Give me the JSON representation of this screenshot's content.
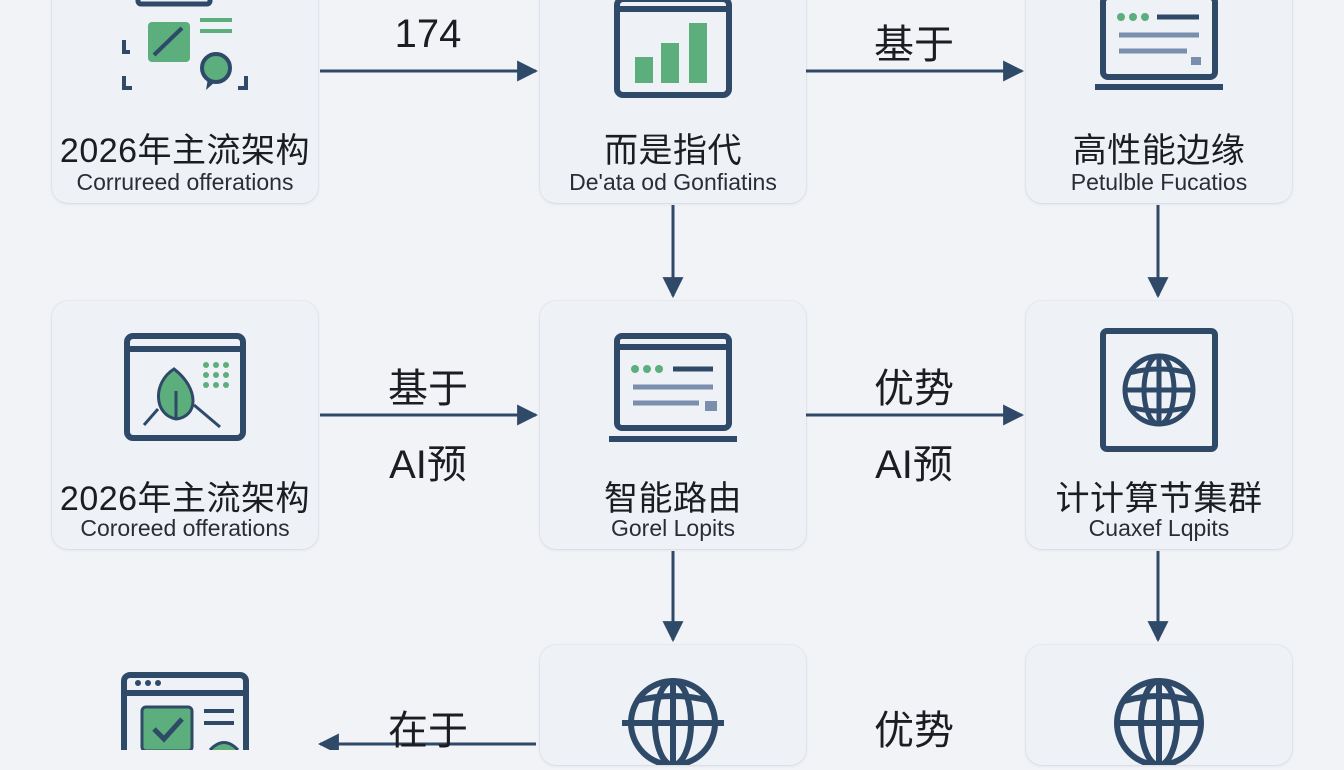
{
  "nodes": {
    "r1c1": {
      "title": "2026年主流架构",
      "subtitle": "Corrureed offerations",
      "icon": "chart-chat-icon"
    },
    "r1c2": {
      "title": "而是指代",
      "subtitle": "De'ata od Gonfiatins",
      "icon": "bar-chart-window-icon"
    },
    "r1c3": {
      "title": "高性能边缘",
      "subtitle": "Petulble Fucatios",
      "icon": "server-list-window-icon"
    },
    "r2c1": {
      "title": "2026年主流架构",
      "subtitle": "Cororeed offerations",
      "icon": "leaf-data-window-icon"
    },
    "r2c2": {
      "title": "智能路由",
      "subtitle": "Gorel Lopits",
      "icon": "server-list-window-icon"
    },
    "r2c3": {
      "title": "计计算节集群",
      "subtitle": "Cuaxef Lqpits",
      "icon": "globe-panel-icon"
    },
    "r3c1": {
      "title": "",
      "subtitle": "",
      "icon": "checklist-window-icon"
    },
    "r3c2": {
      "title": "",
      "subtitle": "",
      "icon": "globe-icon"
    },
    "r3c3": {
      "title": "",
      "subtitle": "",
      "icon": "globe-icon"
    }
  },
  "edges": {
    "r1_a": {
      "label": "174"
    },
    "r1_b": {
      "label": "基于"
    },
    "r2_a": {
      "label_top": "基于",
      "label_bottom": "AI预"
    },
    "r2_b": {
      "label_top": "优势",
      "label_bottom": "AI预"
    },
    "r3_a": {
      "label": "在于"
    },
    "r3_b": {
      "label": "优势"
    }
  },
  "colors": {
    "accent_navy": "#2f4a68",
    "accent_green": "#5cae7c",
    "background": "#f1f3f7"
  }
}
